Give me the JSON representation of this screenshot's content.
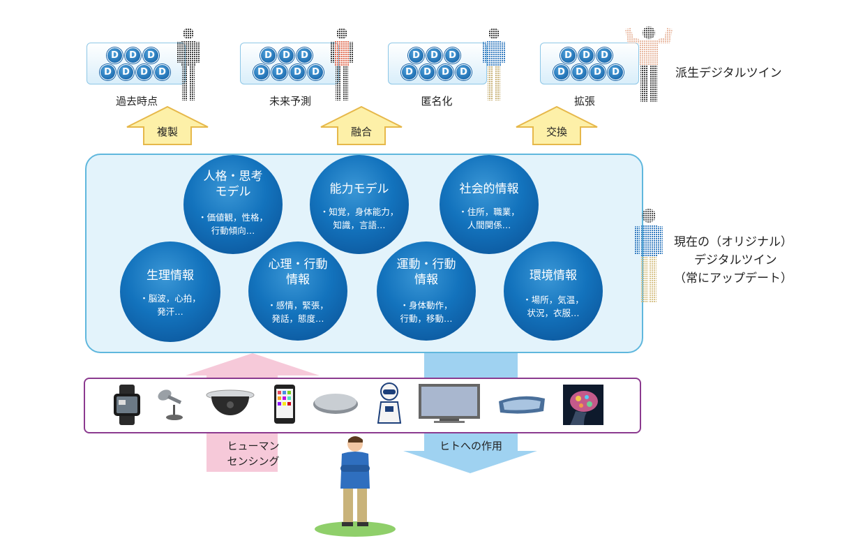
{
  "derived_twins": {
    "title": "派生デジタルツイン",
    "badge_letter": "D",
    "cards": [
      {
        "label": "過去時点"
      },
      {
        "label": "未来予測"
      },
      {
        "label": "匿名化"
      },
      {
        "label": "拡張"
      }
    ],
    "operations": [
      {
        "label": "複製"
      },
      {
        "label": "融合"
      },
      {
        "label": "交換"
      }
    ]
  },
  "original_twin": {
    "title_lines": [
      "現在の（オリジナル）",
      "デジタルツイン",
      "（常にアップデート）"
    ],
    "spheres": [
      {
        "title": "人格・思考\nモデル",
        "body": "・価値観，性格，\n行動傾向…"
      },
      {
        "title": "能力モデル",
        "body": "・知覚，身体能力，\n知識，言語…"
      },
      {
        "title": "社会的情報",
        "body": "・住所，職業，\n人間関係…"
      },
      {
        "title": "生理情報",
        "body": "・脳波，心拍，\n発汗…"
      },
      {
        "title": "心理・行動\n情報",
        "body": "・感情，緊張，\n発話，態度…"
      },
      {
        "title": "運動・行動\n情報",
        "body": "・身体動作，\n行動，移動…"
      },
      {
        "title": "環境情報",
        "body": "・場所，気温，\n状況，衣服…"
      }
    ]
  },
  "devices": [
    {
      "icon": "smartwatch-icon"
    },
    {
      "icon": "microphone-icon"
    },
    {
      "icon": "dome-camera-icon"
    },
    {
      "icon": "smartphone-icon"
    },
    {
      "icon": "floor-sensor-icon"
    },
    {
      "icon": "robot-icon"
    },
    {
      "icon": "display-icon"
    },
    {
      "icon": "vr-goggles-icon"
    },
    {
      "icon": "brain-scan-icon"
    }
  ],
  "flows": {
    "sensing_label": "ヒューマン\nセンシング",
    "action_label": "ヒトへの作用"
  },
  "colors": {
    "sphere_blue": "#1373bd",
    "panel_border": "#5fb7dd",
    "panel_fill": "#e3f3fb",
    "op_arrow_fill": "#fdf0a8",
    "op_arrow_border": "#e6b84a",
    "sensing_pink": "#f6c9d9",
    "action_blue": "#9fd2f1",
    "device_frame": "#8b3a8f"
  }
}
